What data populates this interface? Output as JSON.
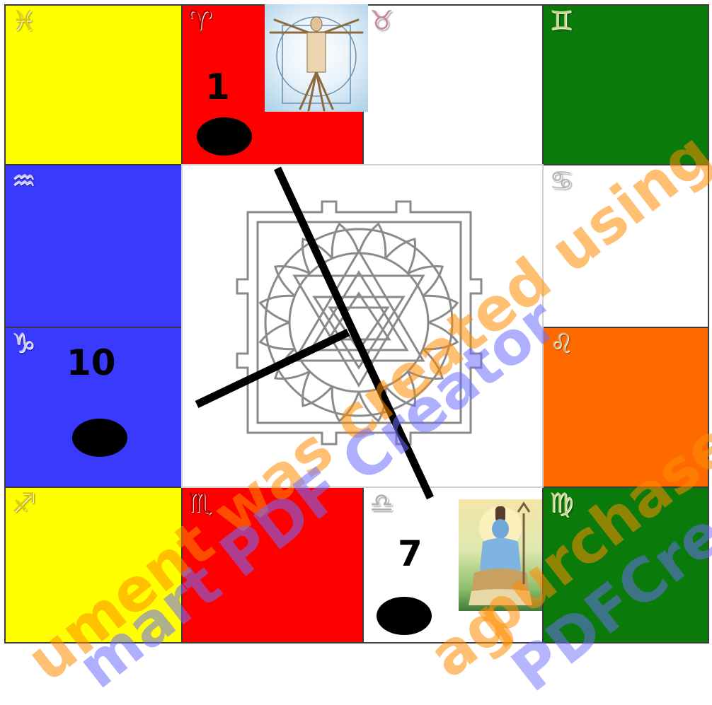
{
  "signs": {
    "pisces": "♓",
    "aries": "♈",
    "taurus": "♉",
    "gemini": "♊",
    "aquarius": "♒",
    "cancer": "♋",
    "capricorn": "♑",
    "leo": "♌",
    "sagittarius": "♐",
    "scorpio": "♏",
    "libra": "♎",
    "virgo": "♍"
  },
  "houses": {
    "aries": "1",
    "capricorn": "10",
    "libra": "7"
  },
  "colors": {
    "yellow": "#ffff00",
    "red": "#ff0000",
    "white": "#ffffff",
    "green": "#0a7a0a",
    "blue": "#3a3aff",
    "orange": "#ff6a00",
    "dot": "#000000"
  },
  "images": {
    "top": "vitruvian-man",
    "bottom": "shiva"
  },
  "watermark": {
    "line1": "ument was created using",
    "line2": "mart PDF Creator",
    "line3": "purchase th",
    "line4": "PDFCreator",
    "line5": "ag"
  }
}
